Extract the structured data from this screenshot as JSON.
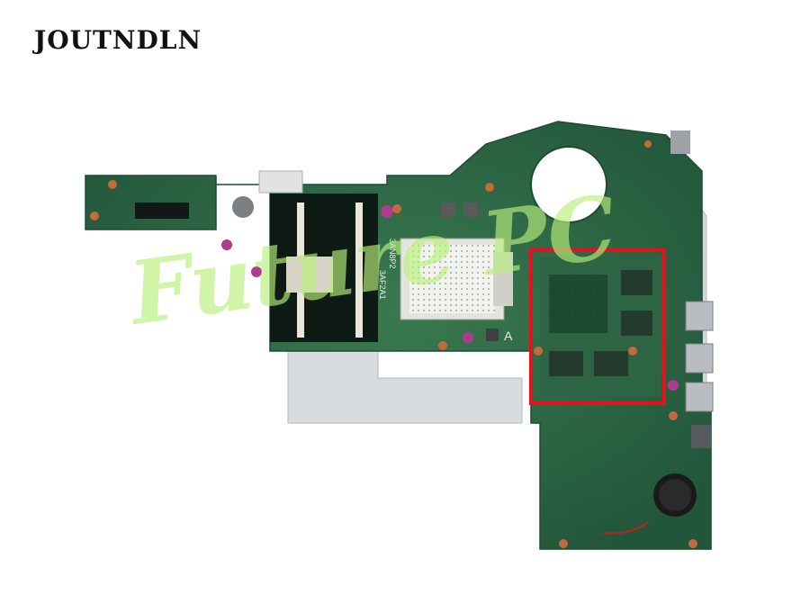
{
  "brand": {
    "text": "JOUTNDLN"
  },
  "watermark": {
    "text": "Future PC"
  },
  "board": {
    "silkscreen": [
      "3AF2A1",
      "3AN8P2",
      "A"
    ],
    "highlight_color": "#e8101a",
    "pcb_color": "#2f6b45"
  },
  "colors": {
    "watermark": "#b9f07a",
    "brand": "#111111"
  }
}
